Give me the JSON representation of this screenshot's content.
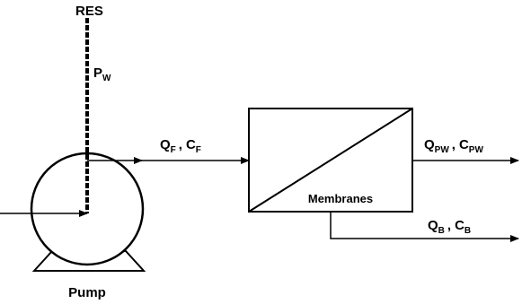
{
  "labels": {
    "reservoir": "RES",
    "pressure_symbol": "P",
    "pressure_subscript": "W",
    "pump": "Pump",
    "membranes": "Membranes",
    "feed_flow_symbol": "Q",
    "feed_flow_subscript": "F",
    "feed_conc_symbol": "C",
    "feed_conc_subscript": "F",
    "permeate_flow_symbol": "Q",
    "permeate_flow_subscript": "PW",
    "permeate_conc_symbol": "C",
    "permeate_conc_subscript": "PW",
    "brine_flow_symbol": "Q",
    "brine_flow_subscript": "B",
    "brine_conc_symbol": "C",
    "brine_conc_subscript": "B",
    "separator": ","
  }
}
